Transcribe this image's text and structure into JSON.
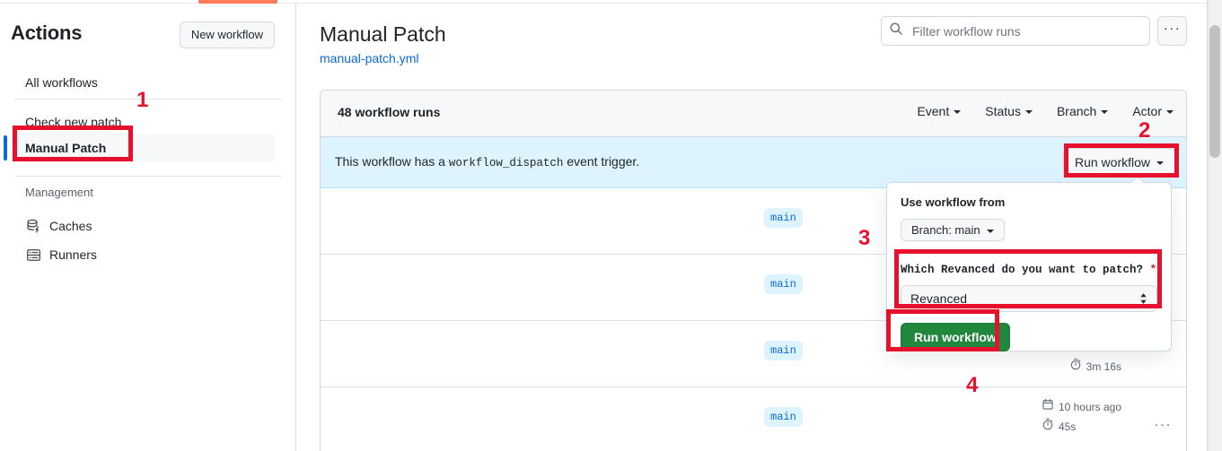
{
  "sidebar": {
    "title": "Actions",
    "new_workflow_label": "New workflow",
    "items": [
      {
        "label": "All workflows",
        "icon": "none"
      },
      {
        "label": "Check new patch",
        "icon": "none"
      },
      {
        "label": "Manual Patch",
        "icon": "none"
      }
    ],
    "management_label": "Management",
    "management_items": [
      {
        "label": "Caches",
        "icon": "database-icon"
      },
      {
        "label": "Runners",
        "icon": "server-icon"
      }
    ]
  },
  "header": {
    "title": "Manual Patch",
    "file_link": "manual-patch.yml",
    "search_placeholder": "Filter workflow runs",
    "search_value": "",
    "kebab_label": "···"
  },
  "runs": {
    "count_label": "48 workflow runs",
    "filters": [
      {
        "label": "Event"
      },
      {
        "label": "Status"
      },
      {
        "label": "Branch"
      },
      {
        "label": "Actor"
      }
    ],
    "dispatch_prefix": "This workflow has a",
    "dispatch_event": "workflow_dispatch",
    "dispatch_suffix": "event trigger.",
    "run_workflow_label": "Run workflow",
    "rows": [
      {
        "branch": "main",
        "time_ago": "",
        "duration": "",
        "kebab": ""
      },
      {
        "branch": "main",
        "time_ago": "",
        "duration": "",
        "kebab": ""
      },
      {
        "branch": "main",
        "time_ago": "",
        "duration": "3m 16s",
        "kebab": ""
      },
      {
        "branch": "main",
        "time_ago": "10 hours ago",
        "duration": "45s",
        "kebab": "···"
      }
    ]
  },
  "dropdown": {
    "use_workflow_from": "Use workflow from",
    "branch_value": "Branch: main",
    "input_label": "Which Revanced do you want to patch?",
    "input_required_mark": "*",
    "select_value": "Revanced",
    "submit_label": "Run workflow"
  },
  "annotations": [
    {
      "number": "1",
      "target": "sidebar-item-manual-patch"
    },
    {
      "number": "2",
      "target": "run-workflow-button"
    },
    {
      "number": "3",
      "target": "revanced-select-field"
    },
    {
      "number": "4",
      "target": "run-workflow-submit-button"
    }
  ],
  "colors": {
    "accent_blue": "#0969da",
    "green": "#1f883d",
    "annotation_red": "#e8112d",
    "banner_blue": "#ddf4ff",
    "tab_orange": "#ff7a59"
  }
}
